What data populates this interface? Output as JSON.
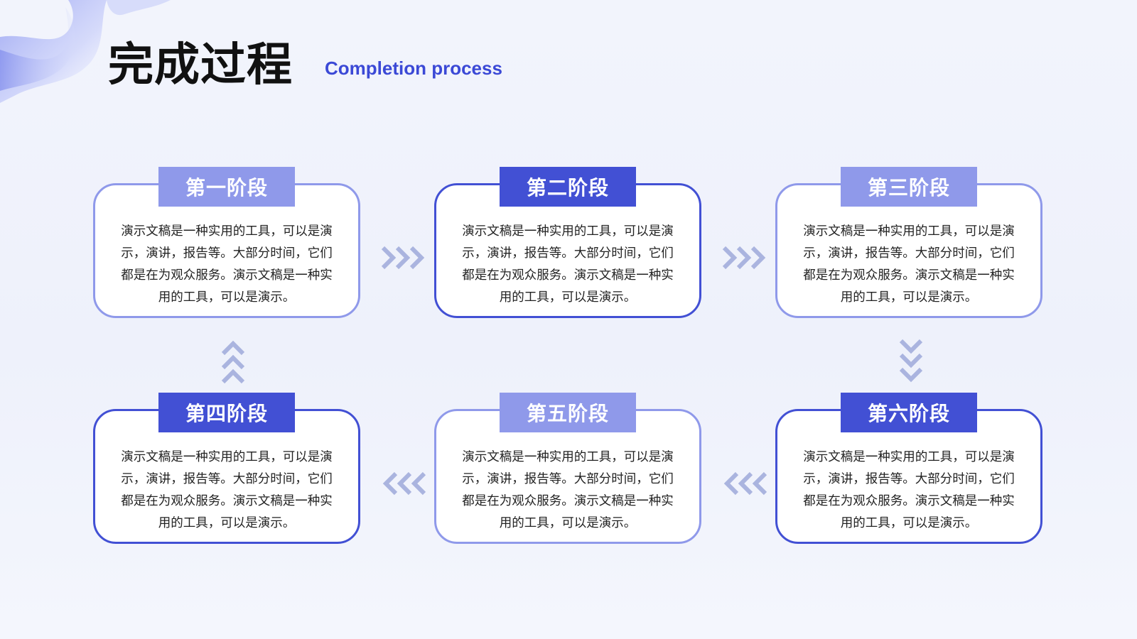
{
  "header": {
    "title": "完成过程",
    "subtitle": "Completion process"
  },
  "colors": {
    "accent_dark": "#4250d4",
    "accent_light": "#8f99ea",
    "arrow": "#aab4df",
    "subtitle": "#3b49d6"
  },
  "stages": [
    {
      "label": "第一阶段",
      "text": "演示文稿是一种实用的工具，可以是演示，演讲，报告等。大部分时间，它们都是在为观众服务。演示文稿是一种实用的工具，可以是演示。"
    },
    {
      "label": "第二阶段",
      "text": "演示文稿是一种实用的工具，可以是演示，演讲，报告等。大部分时间，它们都是在为观众服务。演示文稿是一种实用的工具，可以是演示。"
    },
    {
      "label": "第三阶段",
      "text": "演示文稿是一种实用的工具，可以是演示，演讲，报告等。大部分时间，它们都是在为观众服务。演示文稿是一种实用的工具，可以是演示。"
    },
    {
      "label": "第四阶段",
      "text": "演示文稿是一种实用的工具，可以是演示，演讲，报告等。大部分时间，它们都是在为观众服务。演示文稿是一种实用的工具，可以是演示。"
    },
    {
      "label": "第五阶段",
      "text": "演示文稿是一种实用的工具，可以是演示，演讲，报告等。大部分时间，它们都是在为观众服务。演示文稿是一种实用的工具，可以是演示。"
    },
    {
      "label": "第六阶段",
      "text": "演示文稿是一种实用的工具，可以是演示，演讲，报告等。大部分时间，它们都是在为观众服务。演示文稿是一种实用的工具，可以是演示。"
    }
  ]
}
